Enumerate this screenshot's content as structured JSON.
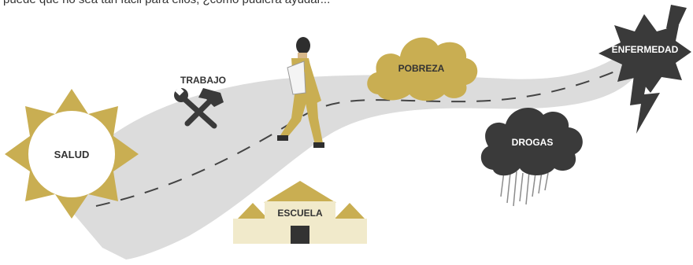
{
  "top_text": "puede que no sea tan fácil para ellos, ¿cómo pudiera ayudar...",
  "labels": {
    "salud": "SALUD",
    "trabajo": "TRABAJO",
    "escuela": "ESCUELA",
    "pobreza": "POBREZA",
    "drogas": "DROGAS",
    "enfermedad": "ENFERMEDAD"
  },
  "colors": {
    "gold": "#C9AE52",
    "road": "#DCDCDC",
    "dark": "#3A3A3A",
    "school_wall": "#F1EACB",
    "text_dark": "#333333",
    "text_light": "#FFFFFF"
  },
  "icons": {
    "sun": "sun-icon",
    "tools": "hammer-wrench-icon",
    "school": "school-building-icon",
    "cloud": "cloud-icon",
    "storm": "storm-cloud-icon",
    "burst": "starburst-icon",
    "lightning": "lightning-icon",
    "walker": "walking-person-icon"
  }
}
